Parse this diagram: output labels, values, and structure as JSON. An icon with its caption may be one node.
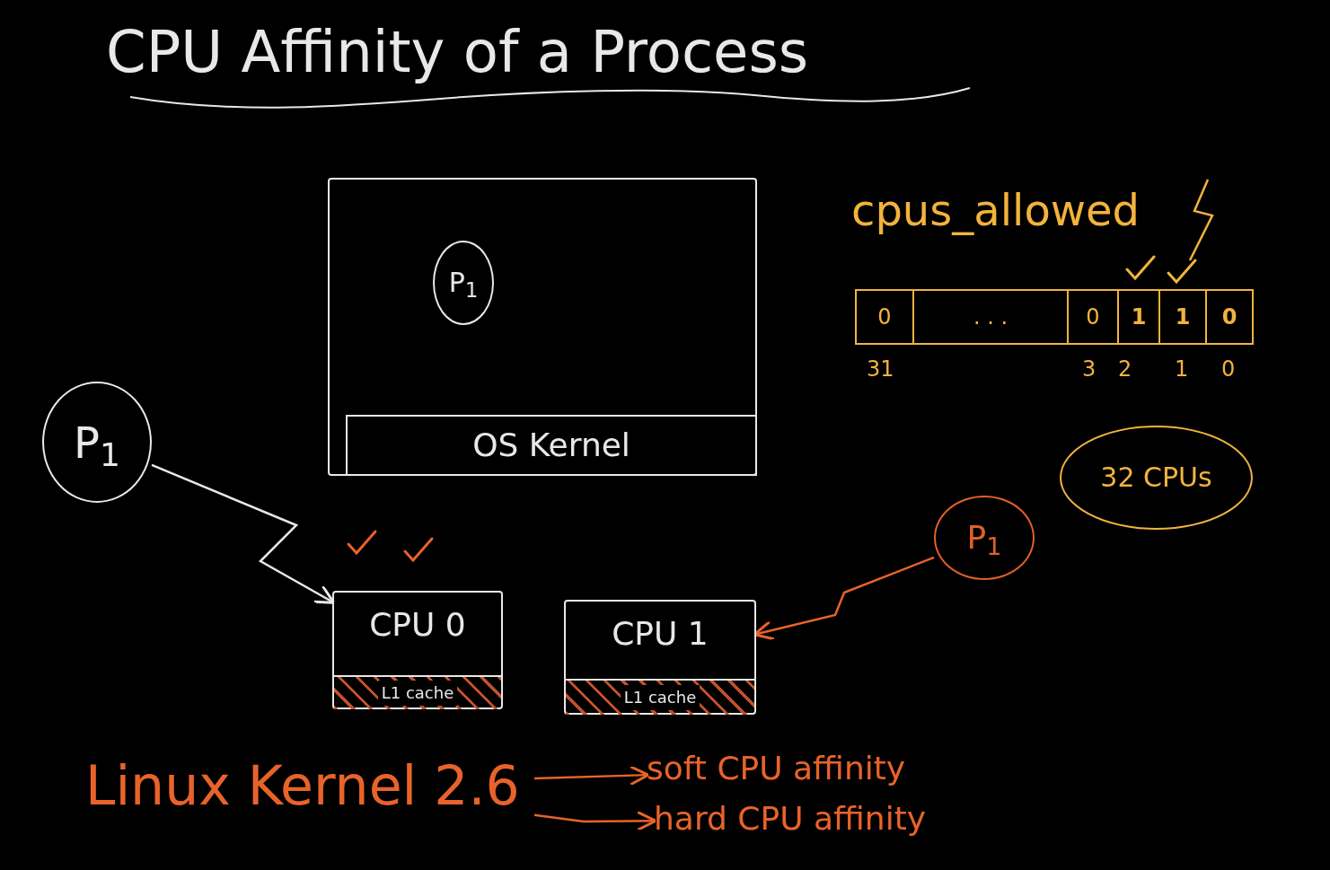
{
  "diagram": {
    "title": "CPU Affinity of a Process",
    "nodes": [
      {
        "text": [],
        "shape": "box"
      },
      {
        "text": [
          "P$_{1}$"
        ],
        "in": 0
      },
      {
        "text": [
          "OS Kernel"
        ],
        "in": 0
      },
      {
        "text": [
          "P$_{1}$"
        ]
      },
      {
        "text": [
          "CPU 0"
        ]
      },
      {
        "text": [
          "L1 cache"
        ],
        "in": 4
      },
      {
        "text": [
          "CPU 1"
        ]
      },
      {
        "text": [
          "L1 cache"
        ],
        "in": 6
      },
      {
        "text": [
          "P$_{1}$"
        ]
      },
      {
        "text": [],
        "shape": "bar"
      },
      {
        "text": [
          "0"
        ],
        "in": 9
      },
      {
        "text": [
          ". . ."
        ],
        "in": 9
      },
      {
        "text": [
          "0"
        ],
        "in": 9
      },
      {
        "text": [
          "1"
        ],
        "in": 9
      },
      {
        "text": [
          "1"
        ],
        "in": 9
      },
      {
        "text": [
          "0"
        ],
        "in": 9
      },
      {
        "text": [
          "32 CPUs"
        ]
      },
      {
        "text": [
          "Linux Kernel 2.6"
        ]
      },
      {
        "text": [
          "soft CPU affinity"
        ]
      },
      {
        "text": [
          "hard CPU affinity"
        ]
      }
    ],
    "edges": [
      {
        "from": 3,
        "to": 4,
        "arrow": "to",
        "color": "#e8e8e8"
      },
      {
        "from": 8,
        "to": 6,
        "arrow": "to"
      },
      {
        "from": 17,
        "to": 18,
        "arrow": "to"
      },
      {
        "from": 17,
        "to": 19,
        "arrow": "to"
      }
    ],
    "labels": [
      "cpus_allowed",
      "31",
      "3",
      "2",
      "1",
      "0"
    ]
  }
}
